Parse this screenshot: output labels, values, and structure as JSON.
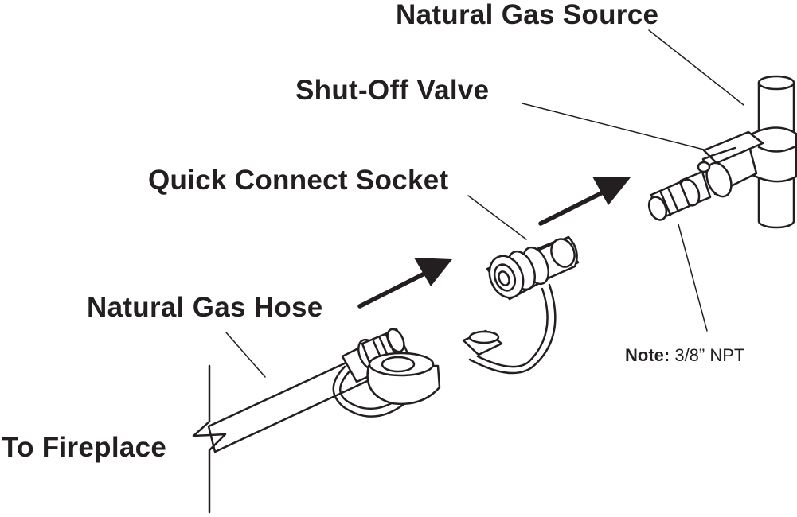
{
  "labels": {
    "natural_gas_source": "Natural Gas Source",
    "shut_off_valve": "Shut-Off Valve",
    "quick_connect_socket": "Quick Connect Socket",
    "natural_gas_hose": "Natural Gas Hose",
    "to_fireplace": "To Fireplace"
  },
  "note": {
    "prefix": "Note:",
    "text": " 3/8” NPT"
  },
  "colors": {
    "ink": "#231f20",
    "background": "#ffffff"
  }
}
